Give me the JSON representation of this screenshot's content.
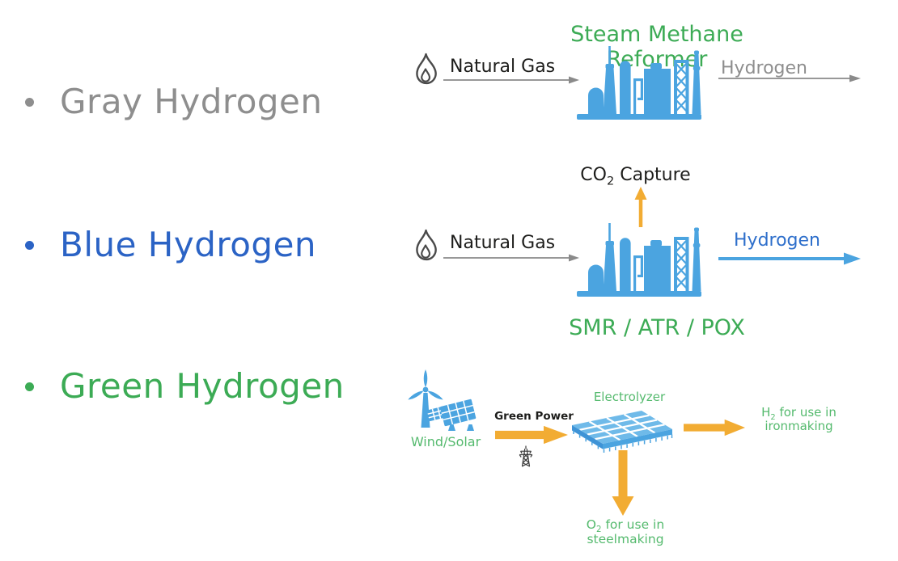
{
  "slide": {
    "bullets": [
      {
        "label": "Gray Hydrogen",
        "color": "#8E8E8E"
      },
      {
        "label": "Blue Hydrogen",
        "color": "#2B63C5"
      },
      {
        "label": "Green Hydrogen",
        "color": "#3CAB55"
      }
    ],
    "gray_process": {
      "title": "Steam Methane Reformer",
      "input": "Natural Gas",
      "output": "Hydrogen"
    },
    "blue_process": {
      "capture": {
        "prefix": "CO",
        "sub": "2",
        "suffix": " Capture"
      },
      "input": "Natural Gas",
      "output": "Hydrogen",
      "processes": "SMR / ATR / POX"
    },
    "green_process": {
      "source": "Wind/Solar",
      "power": "Green Power",
      "electrolyzer": "Electrolyzer",
      "h2_output": {
        "prefix": "H",
        "sub": "2",
        "suffix": " for use in",
        "line2": "ironmaking"
      },
      "o2_output": {
        "prefix": "O",
        "sub": "2",
        "suffix": " for use in",
        "line2": "steelmaking"
      }
    }
  },
  "colors": {
    "green_heading": "#3CAB55",
    "green_label": "#55BA6E",
    "gray_text": "#8E8E8E",
    "blue_text": "#2B63C5",
    "hydrogen_blue": "#2E6FCB",
    "icon_blue": "#4BA4E0",
    "icon_blue_light": "#6FBAE9",
    "icon_blue_dark": "#3E93D6",
    "orange": "#F2AC33",
    "arrow_gray": "#8A8A8A",
    "flame_stroke": "#4A4A4A",
    "tower_stroke": "#3A3A3A",
    "black": "#1D1D1B"
  }
}
